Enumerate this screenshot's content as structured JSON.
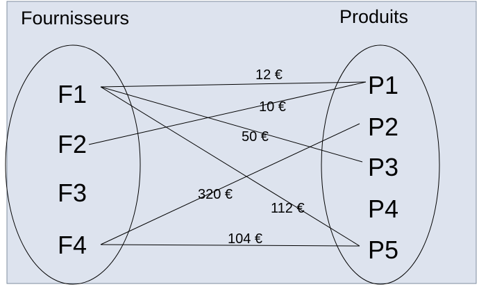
{
  "sets": {
    "left_title": "Fournisseurs",
    "right_title": "Produits"
  },
  "suppliers": [
    "F1",
    "F2",
    "F3",
    "F4"
  ],
  "products": [
    "P1",
    "P2",
    "P3",
    "P4",
    "P5"
  ],
  "edges": [
    {
      "from": "F1",
      "to": "P1",
      "price": "12 €"
    },
    {
      "from": "F2",
      "to": "P1",
      "price": "10 €"
    },
    {
      "from": "F1",
      "to": "P3",
      "price": "50 €"
    },
    {
      "from": "F4",
      "to": "P2",
      "price": "320 €"
    },
    {
      "from": "F1",
      "to": "P5",
      "price": "112 €"
    },
    {
      "from": "F4",
      "to": "P5",
      "price": "104 €"
    }
  ],
  "colors": {
    "background": "#dde3ee",
    "border": "#7f8c9f"
  }
}
